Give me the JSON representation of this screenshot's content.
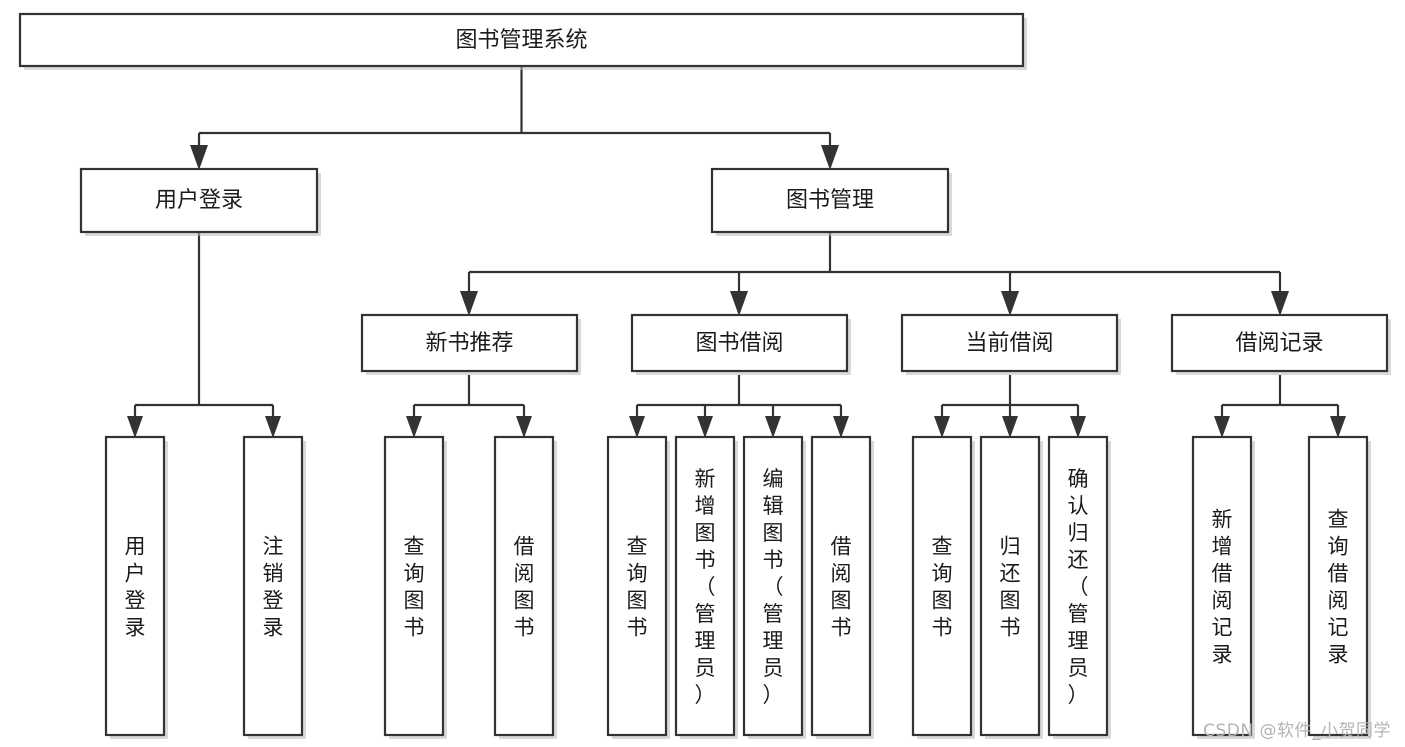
{
  "diagram": {
    "type": "tree-hierarchy",
    "title": "图书管理系统",
    "root": {
      "id": "root",
      "label": "图书管理系统"
    },
    "level2": [
      {
        "id": "user-login",
        "label": "用户登录"
      },
      {
        "id": "book-manage",
        "label": "图书管理"
      }
    ],
    "level3": [
      {
        "id": "new-book-rec",
        "label": "新书推荐"
      },
      {
        "id": "book-borrow",
        "label": "图书借阅"
      },
      {
        "id": "current-borrow",
        "label": "当前借阅"
      },
      {
        "id": "borrow-record",
        "label": "借阅记录"
      }
    ],
    "leaves": {
      "user_login": [
        {
          "id": "leaf-user-login",
          "label": "用户登录"
        },
        {
          "id": "leaf-logout",
          "label": "注销登录"
        }
      ],
      "new_book_rec": [
        {
          "id": "leaf-query-book-1",
          "label": "查询图书"
        },
        {
          "id": "leaf-borrow-book-1",
          "label": "借阅图书"
        }
      ],
      "book_borrow": [
        {
          "id": "leaf-query-book-2",
          "label": "查询图书"
        },
        {
          "id": "leaf-add-book",
          "label": "新增图书（管理员）"
        },
        {
          "id": "leaf-edit-book",
          "label": "编辑图书（管理员）"
        },
        {
          "id": "leaf-borrow-book-2",
          "label": "借阅图书"
        }
      ],
      "current_borrow": [
        {
          "id": "leaf-query-book-3",
          "label": "查询图书"
        },
        {
          "id": "leaf-return-book",
          "label": "归还图书"
        },
        {
          "id": "leaf-confirm-return",
          "label": "确认归还（管理员）"
        }
      ],
      "borrow_record": [
        {
          "id": "leaf-add-record",
          "label": "新增借阅记录"
        },
        {
          "id": "leaf-query-record",
          "label": "查询借阅记录"
        }
      ]
    }
  },
  "watermark": {
    "text": "CSDN @软件_小贺同学"
  },
  "colors": {
    "box_stroke": "#333333",
    "box_fill": "#ffffff",
    "text": "#1b1b1b",
    "shadow": "#b9b9b9",
    "watermark": "#b4b4b4",
    "background": "#ffffff"
  }
}
